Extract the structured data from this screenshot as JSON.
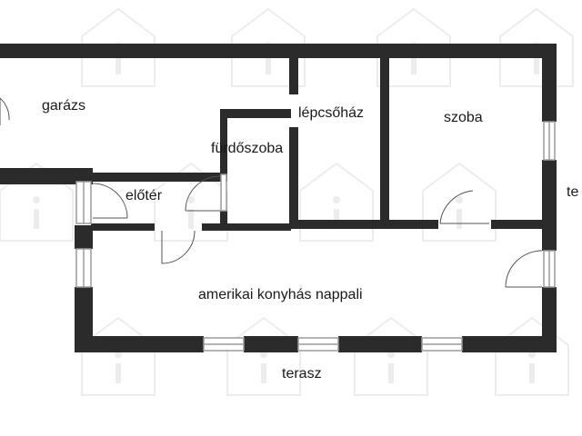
{
  "floorplan": {
    "rooms": [
      {
        "name": "garázs"
      },
      {
        "name": "lépcsőház"
      },
      {
        "name": "szoba"
      },
      {
        "name": "fürdőszoba"
      },
      {
        "name": "előtér"
      },
      {
        "name": "amerikai konyhás nappali"
      },
      {
        "name": "terasz"
      },
      {
        "name": "te"
      }
    ],
    "colors": {
      "wall": "#2b2b2b",
      "window_frame": "#9a9a9a",
      "door_arc": "#555555",
      "watermark": "#ececec",
      "label": "#1a1a1a"
    },
    "watermark_icon": "house-info-icon"
  }
}
